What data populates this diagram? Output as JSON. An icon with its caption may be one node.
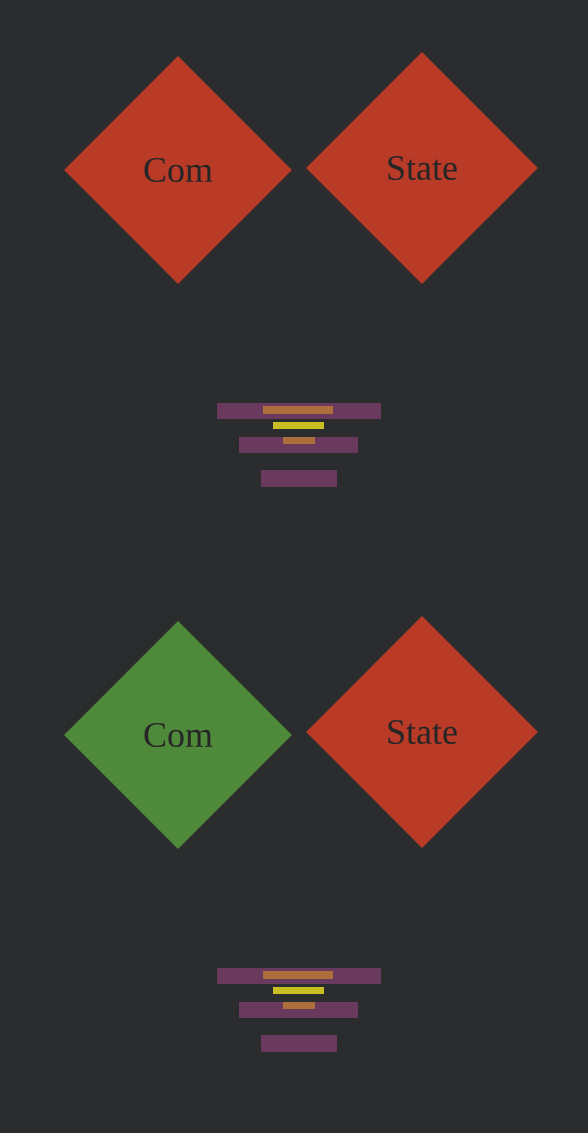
{
  "diagram": {
    "nodes": [
      {
        "text": [
          "Com"
        ]
      },
      {
        "text": [
          "State"
        ]
      },
      {
        "text": [
          "Com"
        ]
      },
      {
        "text": [
          "State"
        ]
      }
    ]
  }
}
